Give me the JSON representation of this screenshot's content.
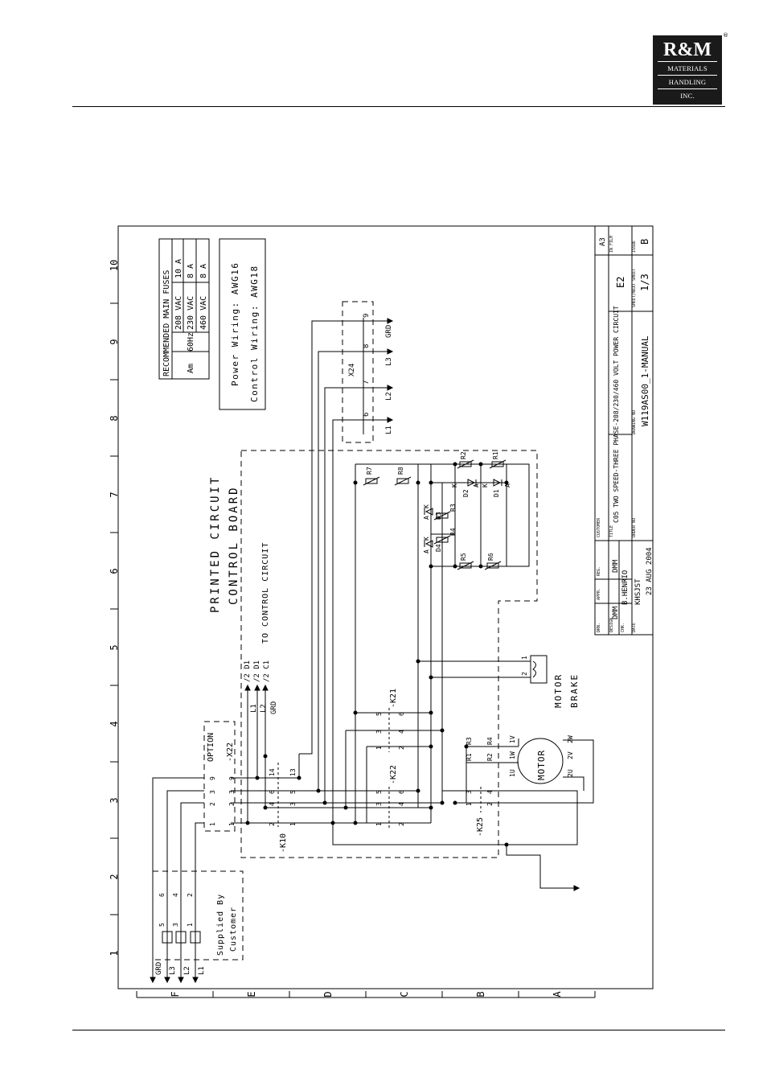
{
  "logo": {
    "line1": "R&M",
    "line2": "MATERIALS",
    "line3": "HANDLING",
    "line4": "INC.",
    "mark": "®"
  },
  "columns": [
    "1",
    "2",
    "3",
    "4",
    "5",
    "6",
    "7",
    "8",
    "9",
    "10"
  ],
  "rows": [
    "F",
    "E",
    "D",
    "C",
    "B",
    "A"
  ],
  "fuses": {
    "header": "RECOMMENDED MAIN FUSES",
    "unit": "Am",
    "freq": "60Hz",
    "rows": [
      {
        "voltage": "208 VAC",
        "amps": "10 A"
      },
      {
        "voltage": "230 VAC",
        "amps": "8 A"
      },
      {
        "voltage": "460 VAC",
        "amps": "8 A"
      }
    ]
  },
  "wiring": {
    "power": "Power Wiring: AWG16",
    "control": "Control Wiring: AWG18"
  },
  "pcb": {
    "line1": "PRINTED CIRCUIT",
    "line2": "CONTROL BOARD",
    "note": "TO CONTROL CIRCUIT"
  },
  "x24": {
    "name": "X24",
    "terms": [
      "6",
      "7",
      "8",
      "9"
    ],
    "labels": [
      "L1",
      "L2",
      "L3",
      "GRD"
    ]
  },
  "resistors": [
    "R7",
    "R8",
    "R5",
    "R6",
    "R2",
    "R1",
    "R3",
    "R4"
  ],
  "diodes": [
    "D3",
    "D4",
    "D2",
    "D1"
  ],
  "diode_pins": [
    "A",
    "K"
  ],
  "brake": {
    "label1": "MOTOR",
    "label2": "BRAKE",
    "pin1": "1",
    "pin2": "2"
  },
  "motor": {
    "label": "MOTOR",
    "terms": [
      "1U",
      "1W",
      "1V",
      "2U",
      "2V",
      "2W"
    ]
  },
  "contactors": {
    "k21": "-K21",
    "k22": "-K22",
    "k25": "-K25",
    "k10": "-K10",
    "pins_top": [
      "1",
      "3",
      "5"
    ],
    "pins_bot": [
      "2",
      "4",
      "6"
    ],
    "aux_top": "13",
    "aux_bot": "14",
    "k25_contacts": [
      "R1",
      "R2",
      "R3",
      "R4"
    ]
  },
  "option": {
    "title": "OPTION",
    "name": "-X22",
    "pins": [
      "1",
      "2",
      "3",
      "9"
    ]
  },
  "control_outs": [
    "/2 D1",
    "/2 D1",
    "/2 C1"
  ],
  "control_lines": [
    "L1",
    "L2",
    "GRD"
  ],
  "supply": {
    "lines": [
      "GRD",
      "L3",
      "L2",
      "L1"
    ],
    "note1": "Supplied By",
    "note2": "Customer",
    "fuse_pins": [
      "5",
      "6",
      "3",
      "4",
      "1",
      "2"
    ]
  },
  "title_block": {
    "size": "A3",
    "title": "C05 TWO SPEED-THREE PHASE-208/230/460 VOLT POWER CIRCUIT",
    "drawing_no": "W119AS00_1-MANUAL",
    "sheet": "E2",
    "sheet_count": "1/3",
    "issue": "B",
    "drawn": "DMM",
    "approved": "DMM",
    "design": "B.HENRIO",
    "checked": "KHSJST",
    "date": "23 AUG 2004",
    "lbl_drawn": "DRN.",
    "lbl_appr": "APPR.",
    "lbl_design": "DESIGN",
    "lbl_chk": "CHK.",
    "lbl_date": "DATE",
    "lbl_reg": "REG.",
    "lbl_title": "TITLE",
    "lbl_customer": "CUSTOMER",
    "lbl_order": "ORDER NO",
    "lbl_drawing": "DRAWING NO",
    "lbl_sheet": "SHEET/NEXT SHEET",
    "lbl_issue": "ISSUE",
    "lbl_film": "IN FILM"
  }
}
